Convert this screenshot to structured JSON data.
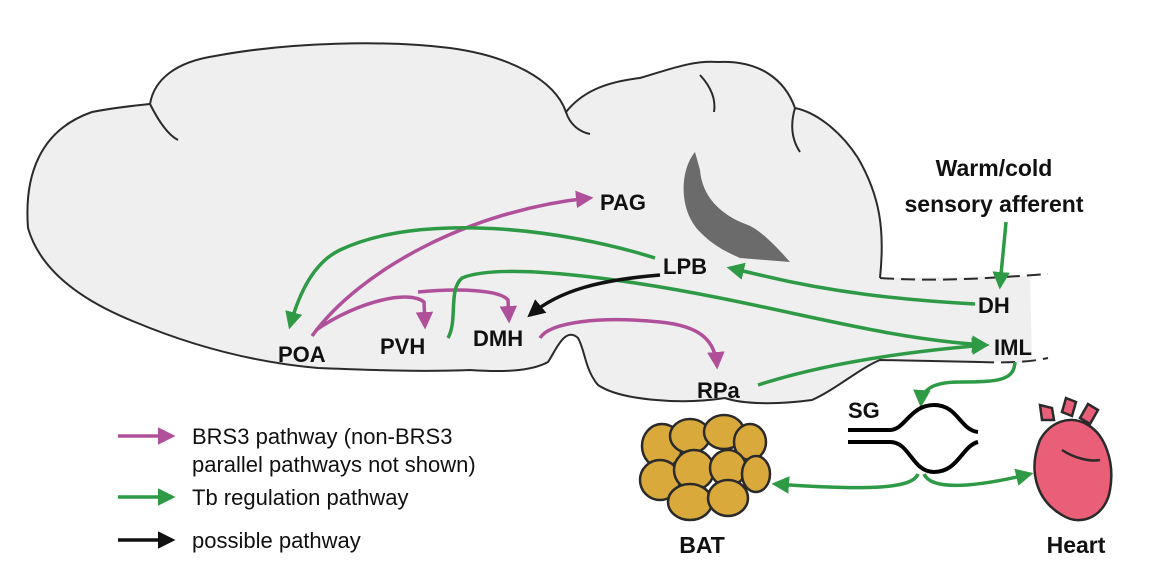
{
  "nodes": {
    "pag": "PAG",
    "lpb": "LPB",
    "poa": "POA",
    "pvh": "PVH",
    "dmh": "DMH",
    "rpa": "RPa",
    "dh": "DH",
    "iml": "IML",
    "sg": "SG"
  },
  "sensory": {
    "line1": "Warm/cold",
    "line2": "sensory afferent"
  },
  "targets": {
    "bat": "BAT",
    "heart": "Heart"
  },
  "legend": {
    "brs3_line1": "BRS3 pathway (non-BRS3",
    "brs3_line2": "parallel pathways not shown)",
    "tb": "Tb regulation pathway",
    "possible": "possible pathway"
  },
  "colors": {
    "brs3": "#b0509b",
    "tb": "#2e9a45",
    "possible": "#111111",
    "brain_fill": "#efefef",
    "brain_stroke": "#2a2a2a",
    "ventricle": "#6b6b6b",
    "bat_fill": "#d9aa3b",
    "heart_fill": "#ea5f78"
  }
}
